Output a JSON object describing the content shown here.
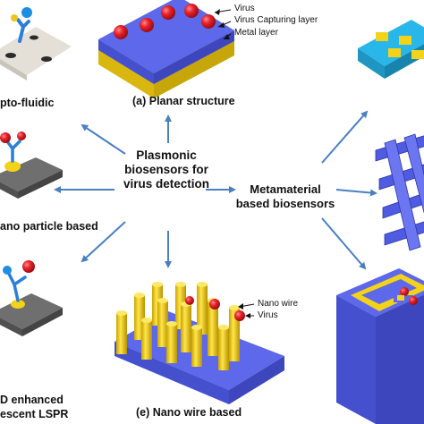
{
  "center": {
    "line1": "Plasmonic",
    "line2": "biosensors for",
    "line3": "virus detection"
  },
  "meta": {
    "line1": "Metamaterial",
    "line2": "based biosensors"
  },
  "planar": {
    "caption": "(a) Planar structure",
    "virus": "Virus",
    "capturing_layer": "Virus Capturing layer",
    "metal_layer": "Metal layer"
  },
  "optofluidic": {
    "caption": "pto-fluidic"
  },
  "nanoparticle": {
    "caption": "ano particle based"
  },
  "qd": {
    "line1": "D enhanced",
    "line2": "escent LSPR"
  },
  "nanowire": {
    "caption": "(e) Nano wire based",
    "wire": "Nano wire",
    "virus": "Virus"
  },
  "colors": {
    "arrow": "#4a7fc1",
    "virus": "#e8232a",
    "gold": "#f3d31a",
    "substrate_blue": "#4f5be0",
    "cyan": "#29b6e8",
    "gray": "#6f6f6f"
  }
}
